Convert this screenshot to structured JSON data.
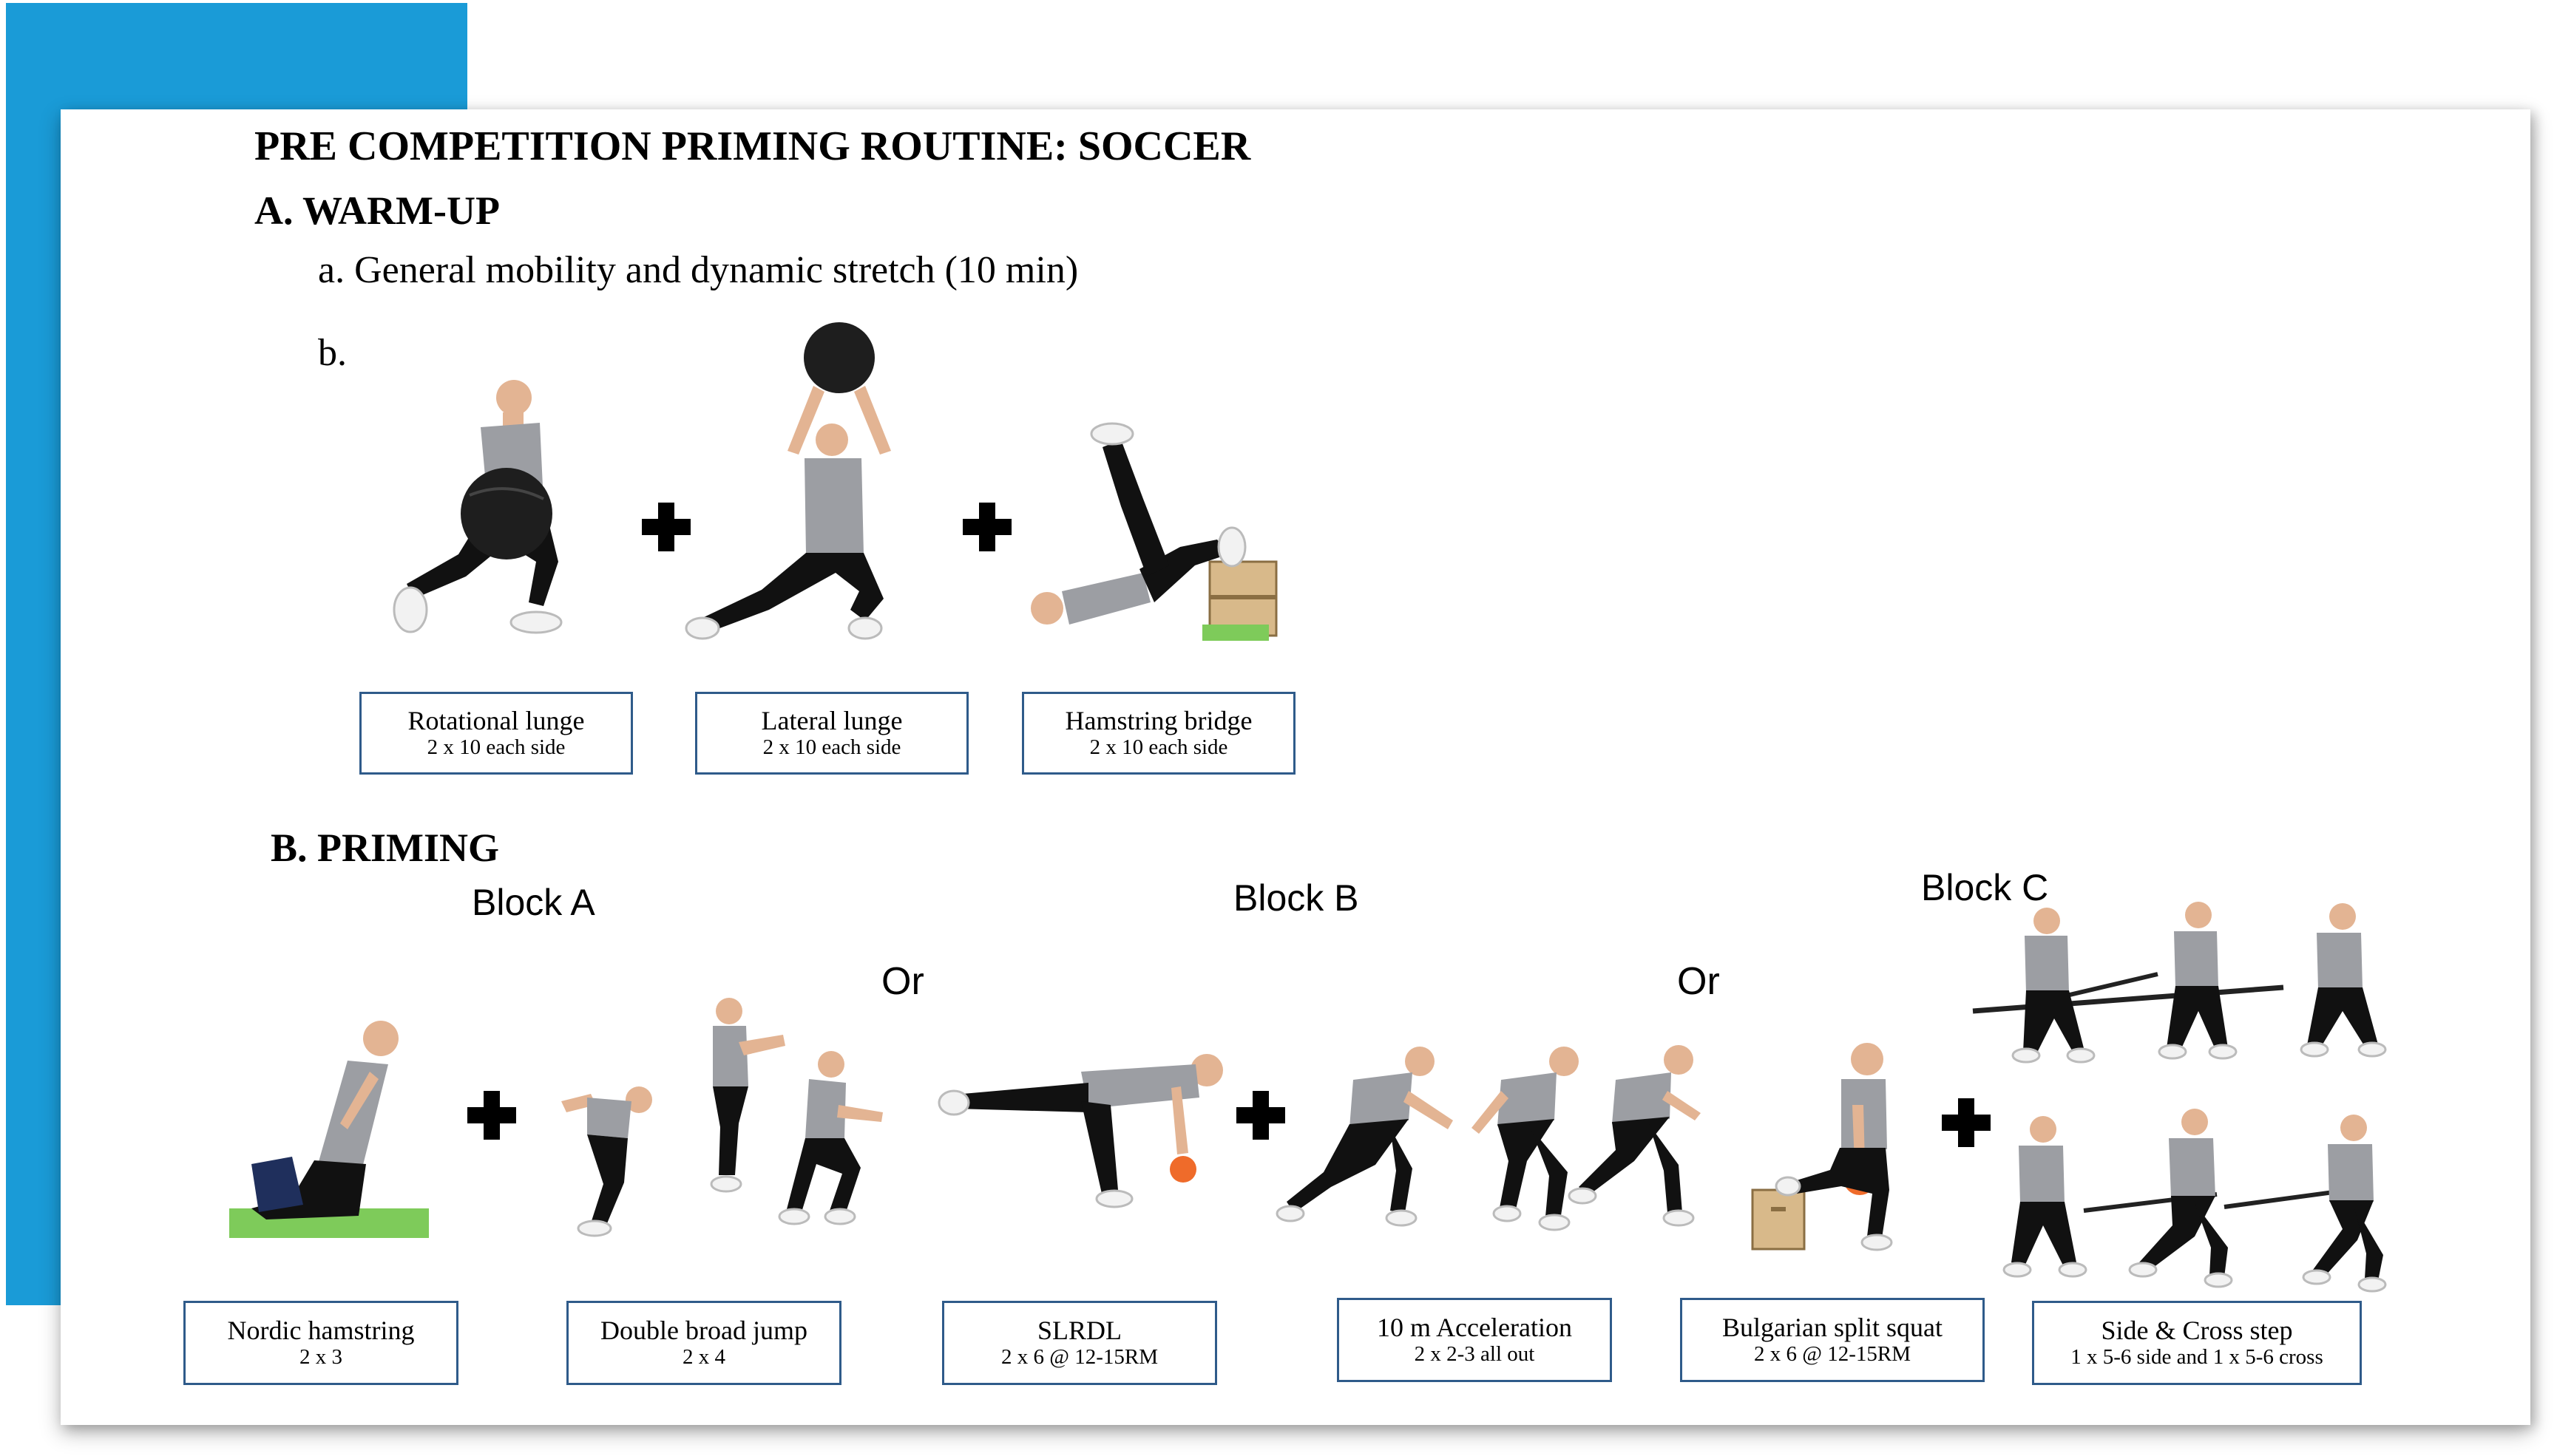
{
  "title": "PRE COMPETITION PRIMING ROUTINE: SOCCER",
  "warmup": {
    "heading": "A. WARM-UP",
    "item_a": "a. General mobility and dynamic stretch (10 min)",
    "item_b": "b.",
    "exercises": [
      {
        "name": "Rotational lunge",
        "dose": "2 x 10 each side"
      },
      {
        "name": "Lateral lunge",
        "dose": "2 x 10 each side"
      },
      {
        "name": "Hamstring bridge",
        "dose": "2 x 10 each side"
      }
    ]
  },
  "priming": {
    "heading": "B. PRIMING",
    "blocks": [
      "Block A",
      "Block B",
      "Block C"
    ],
    "or_label": "Or",
    "exercises": [
      {
        "name": "Nordic hamstring",
        "dose": "2 x 3"
      },
      {
        "name": "Double broad jump",
        "dose": "2 x 4"
      },
      {
        "name": "SLRDL",
        "dose": "2 x 6 @ 12-15RM"
      },
      {
        "name": "10 m Acceleration",
        "dose": "2 x 2-3 all out"
      },
      {
        "name": "Bulgarian split squat",
        "dose": "2 x 6 @ 12-15RM"
      },
      {
        "name": "Side & Cross step",
        "dose": "1 x 5-6 side and 1 x 5-6 cross"
      }
    ]
  },
  "colors": {
    "accent": "#1a9bd7",
    "box_border": "#2f5b8a",
    "shirt": "#9c9ea3",
    "pants": "#111111",
    "skin": "#e3b493",
    "mat": "#7ecb5a",
    "box_wood": "#d8b98a",
    "ball": "#1e1e1e",
    "kettlebell": "#ef6b2a"
  },
  "icons": [
    "plus-icon",
    "athlete-figure",
    "medicine-ball-icon",
    "plyo-box-icon",
    "kettlebell-icon",
    "resistance-band-icon",
    "exercise-mat-icon"
  ]
}
